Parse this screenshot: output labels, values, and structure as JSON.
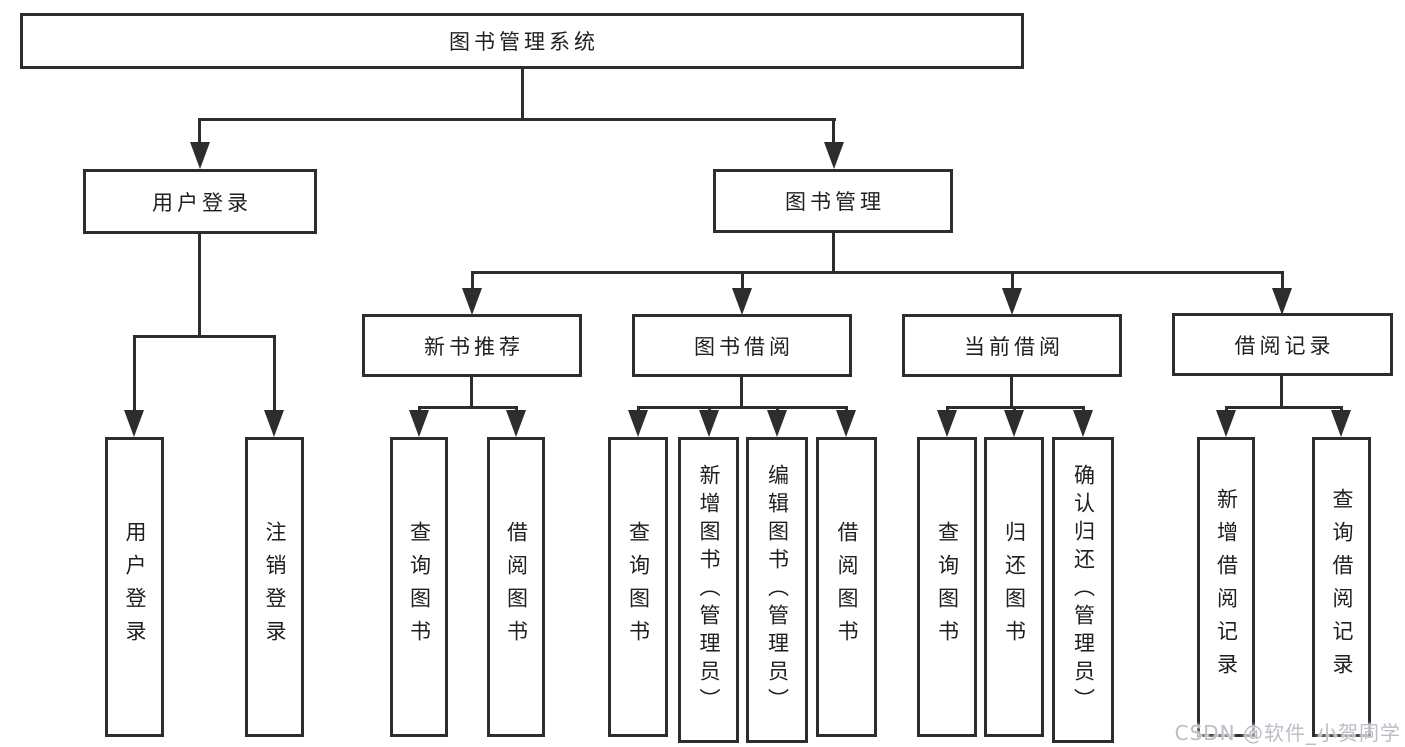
{
  "diagram": {
    "type": "hierarchy-functional-structure",
    "colors": {
      "line": "#2d2d2d",
      "box_border": "#2d2d2d",
      "box_fill": "#ffffff",
      "text": "#1f1f1f",
      "watermark": "#b9bec7",
      "background": "#ffffff"
    },
    "tree": {
      "label": "图书管理系统",
      "children": [
        {
          "label": "用户登录",
          "children": [
            {
              "label": "用户登录"
            },
            {
              "label": "注销登录"
            }
          ]
        },
        {
          "label": "图书管理",
          "children": [
            {
              "label": "新书推荐",
              "children": [
                {
                  "label": "查询图书"
                },
                {
                  "label": "借阅图书"
                }
              ]
            },
            {
              "label": "图书借阅",
              "children": [
                {
                  "label": "查询图书"
                },
                {
                  "label": "新增图书（管理员）"
                },
                {
                  "label": "编辑图书（管理员）"
                },
                {
                  "label": "借阅图书"
                }
              ]
            },
            {
              "label": "当前借阅",
              "children": [
                {
                  "label": "查询图书"
                },
                {
                  "label": "归还图书"
                },
                {
                  "label": "确认归还（管理员）"
                }
              ]
            },
            {
              "label": "借阅记录",
              "children": [
                {
                  "label": "新增借阅记录"
                },
                {
                  "label": "查询借阅记录"
                }
              ]
            }
          ]
        }
      ]
    },
    "watermark": {
      "text": "CSDN @软件_小贺同学"
    }
  }
}
